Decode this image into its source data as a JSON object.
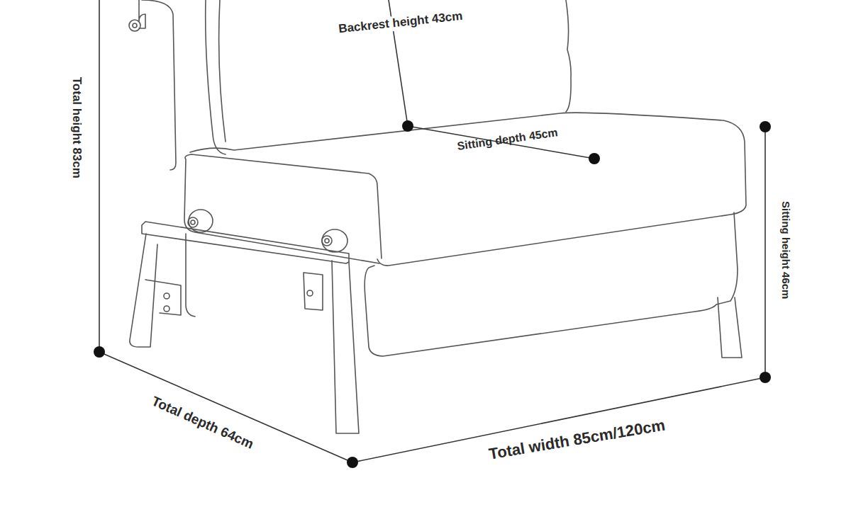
{
  "diagram": {
    "labels": [
      "Backrest height 43cm",
      "Total height 83cm",
      "Sitting depth 45cm",
      "Sitting height 46cm",
      "Total depth 64cm",
      "Total width 85cm/120cm"
    ]
  }
}
